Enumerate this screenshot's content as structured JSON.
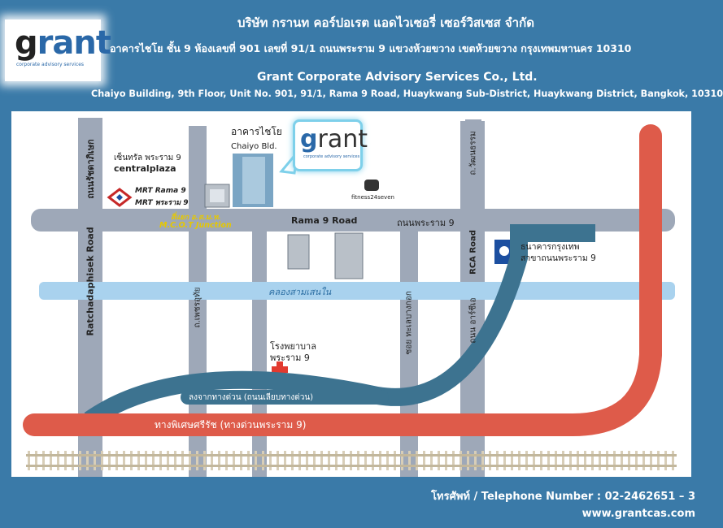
{
  "header": {
    "logo_text_a": "g",
    "logo_text_b": "rant",
    "logo_tagline": "corporate advisory services",
    "thai_company": "บริษัท กรานท คอร์ปอเรต แอดไวเซอรี่ เซอร์วิสเซส จำกัด",
    "thai_address": "อาคารไชโย ชั้น 9 ห้องเลขที่ 901 เลขที่ 91/1 ถนนพระราม 9 แขวงห้วยขวาง เขตห้วยขวาง กรุงเทพมหานคร 10310",
    "en_company": "Grant Corporate Advisory Services Co., Ltd.",
    "en_address": "Chaiyo Building, 9th Floor, Unit No. 901, 91/1, Rama 9 Road, Huaykwang Sub-District, Huaykwang District, Bangkok, 10310"
  },
  "map": {
    "building_thai": "อาคารไชโย",
    "building_en": "Chaiyo Bld.",
    "callout_logo_a": "g",
    "callout_logo_b": "rant",
    "callout_tagline": "corporate advisory services",
    "central_thai": "เซ็นทรัล พระราม 9",
    "central_en": "centralplaza",
    "mrt_line1": "MRT  Rama 9",
    "mrt_line2": "MRT พระราม 9",
    "junction_thai": "สี่แยก อ.ส.ม.ท.",
    "junction_en": "M.C.O.T Junction",
    "fitness": "fitness24seven",
    "rama9_en": "Rama 9 Road",
    "rama9_thai": "ถนนพระราม 9",
    "bank_line1": "ธนาคารกรุงเทพ",
    "bank_line2": "สาขาถนนพระราม 9",
    "canal": "คลองสามเสนใน",
    "hospital_line1": "โรงพยาบาล",
    "hospital_line2": "พระราม 9",
    "exit_ramp": "ลงจากทางด่วน (ถนนเลียบทางด่วน)",
    "expressway": "ทางพิเศษศรีรัช (ทางด่วนพระราม 9)",
    "ratchada_thai": "ถนนรัชดาภิเษก",
    "ratchada_en": "Ratchadaphisek Road",
    "phetchaburi": "ถ.เพชรอุทัย",
    "soi": "ซอย ทะเลบางกอก",
    "wattanatham": "ถ.วัฒนธรรม",
    "rca_en": "RCA Road",
    "rca_thai": "ถนน อาร์ซีเอ",
    "colors": {
      "road": "#9ea8b8",
      "canal": "#a9d2ee",
      "expressway": "#de5b4a",
      "exit_ramp": "#3d7390",
      "junction_text": "#e6c800"
    }
  },
  "footer": {
    "telephone": "โทรศัพท์ / Telephone Number : 02-2462651 – 3",
    "website": "www.grantcas.com"
  }
}
